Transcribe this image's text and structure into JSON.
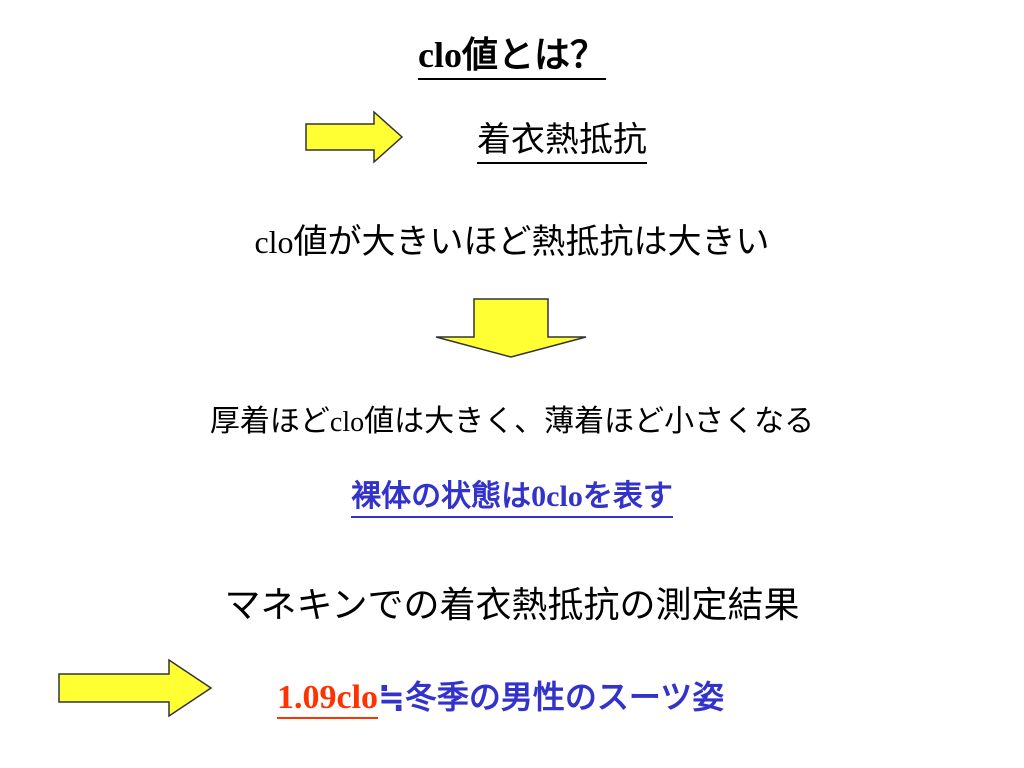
{
  "slide": {
    "title_prefix": "clo",
    "title_rest": "値とは？",
    "subtitle": "着衣熱抵抗",
    "line2_prefix": "clo",
    "line2_rest": "値が大きいほど熱抵抗は大きい",
    "line3_part1": "厚着ほど",
    "line3_clo": "clo",
    "line3_part2": "値は大きく、薄着ほど小さくなる",
    "line4_part1": "裸体の状態は",
    "line4_clo": "0clo",
    "line4_part2": "を表す",
    "line5": "マネキンでの着衣熱抵抗の測定結果",
    "line6_value": "1.09clo",
    "line6_rest": "≒冬季の男性のスーツ姿"
  },
  "colors": {
    "arrow_fill": "#ffff33",
    "arrow_stroke": "#333333",
    "blue_text": "#3333cc",
    "red_value": "#ff3300"
  },
  "icons": {
    "arrow_right_1": "right-arrow-icon",
    "arrow_down": "down-arrow-icon",
    "arrow_right_2": "right-arrow-icon"
  }
}
